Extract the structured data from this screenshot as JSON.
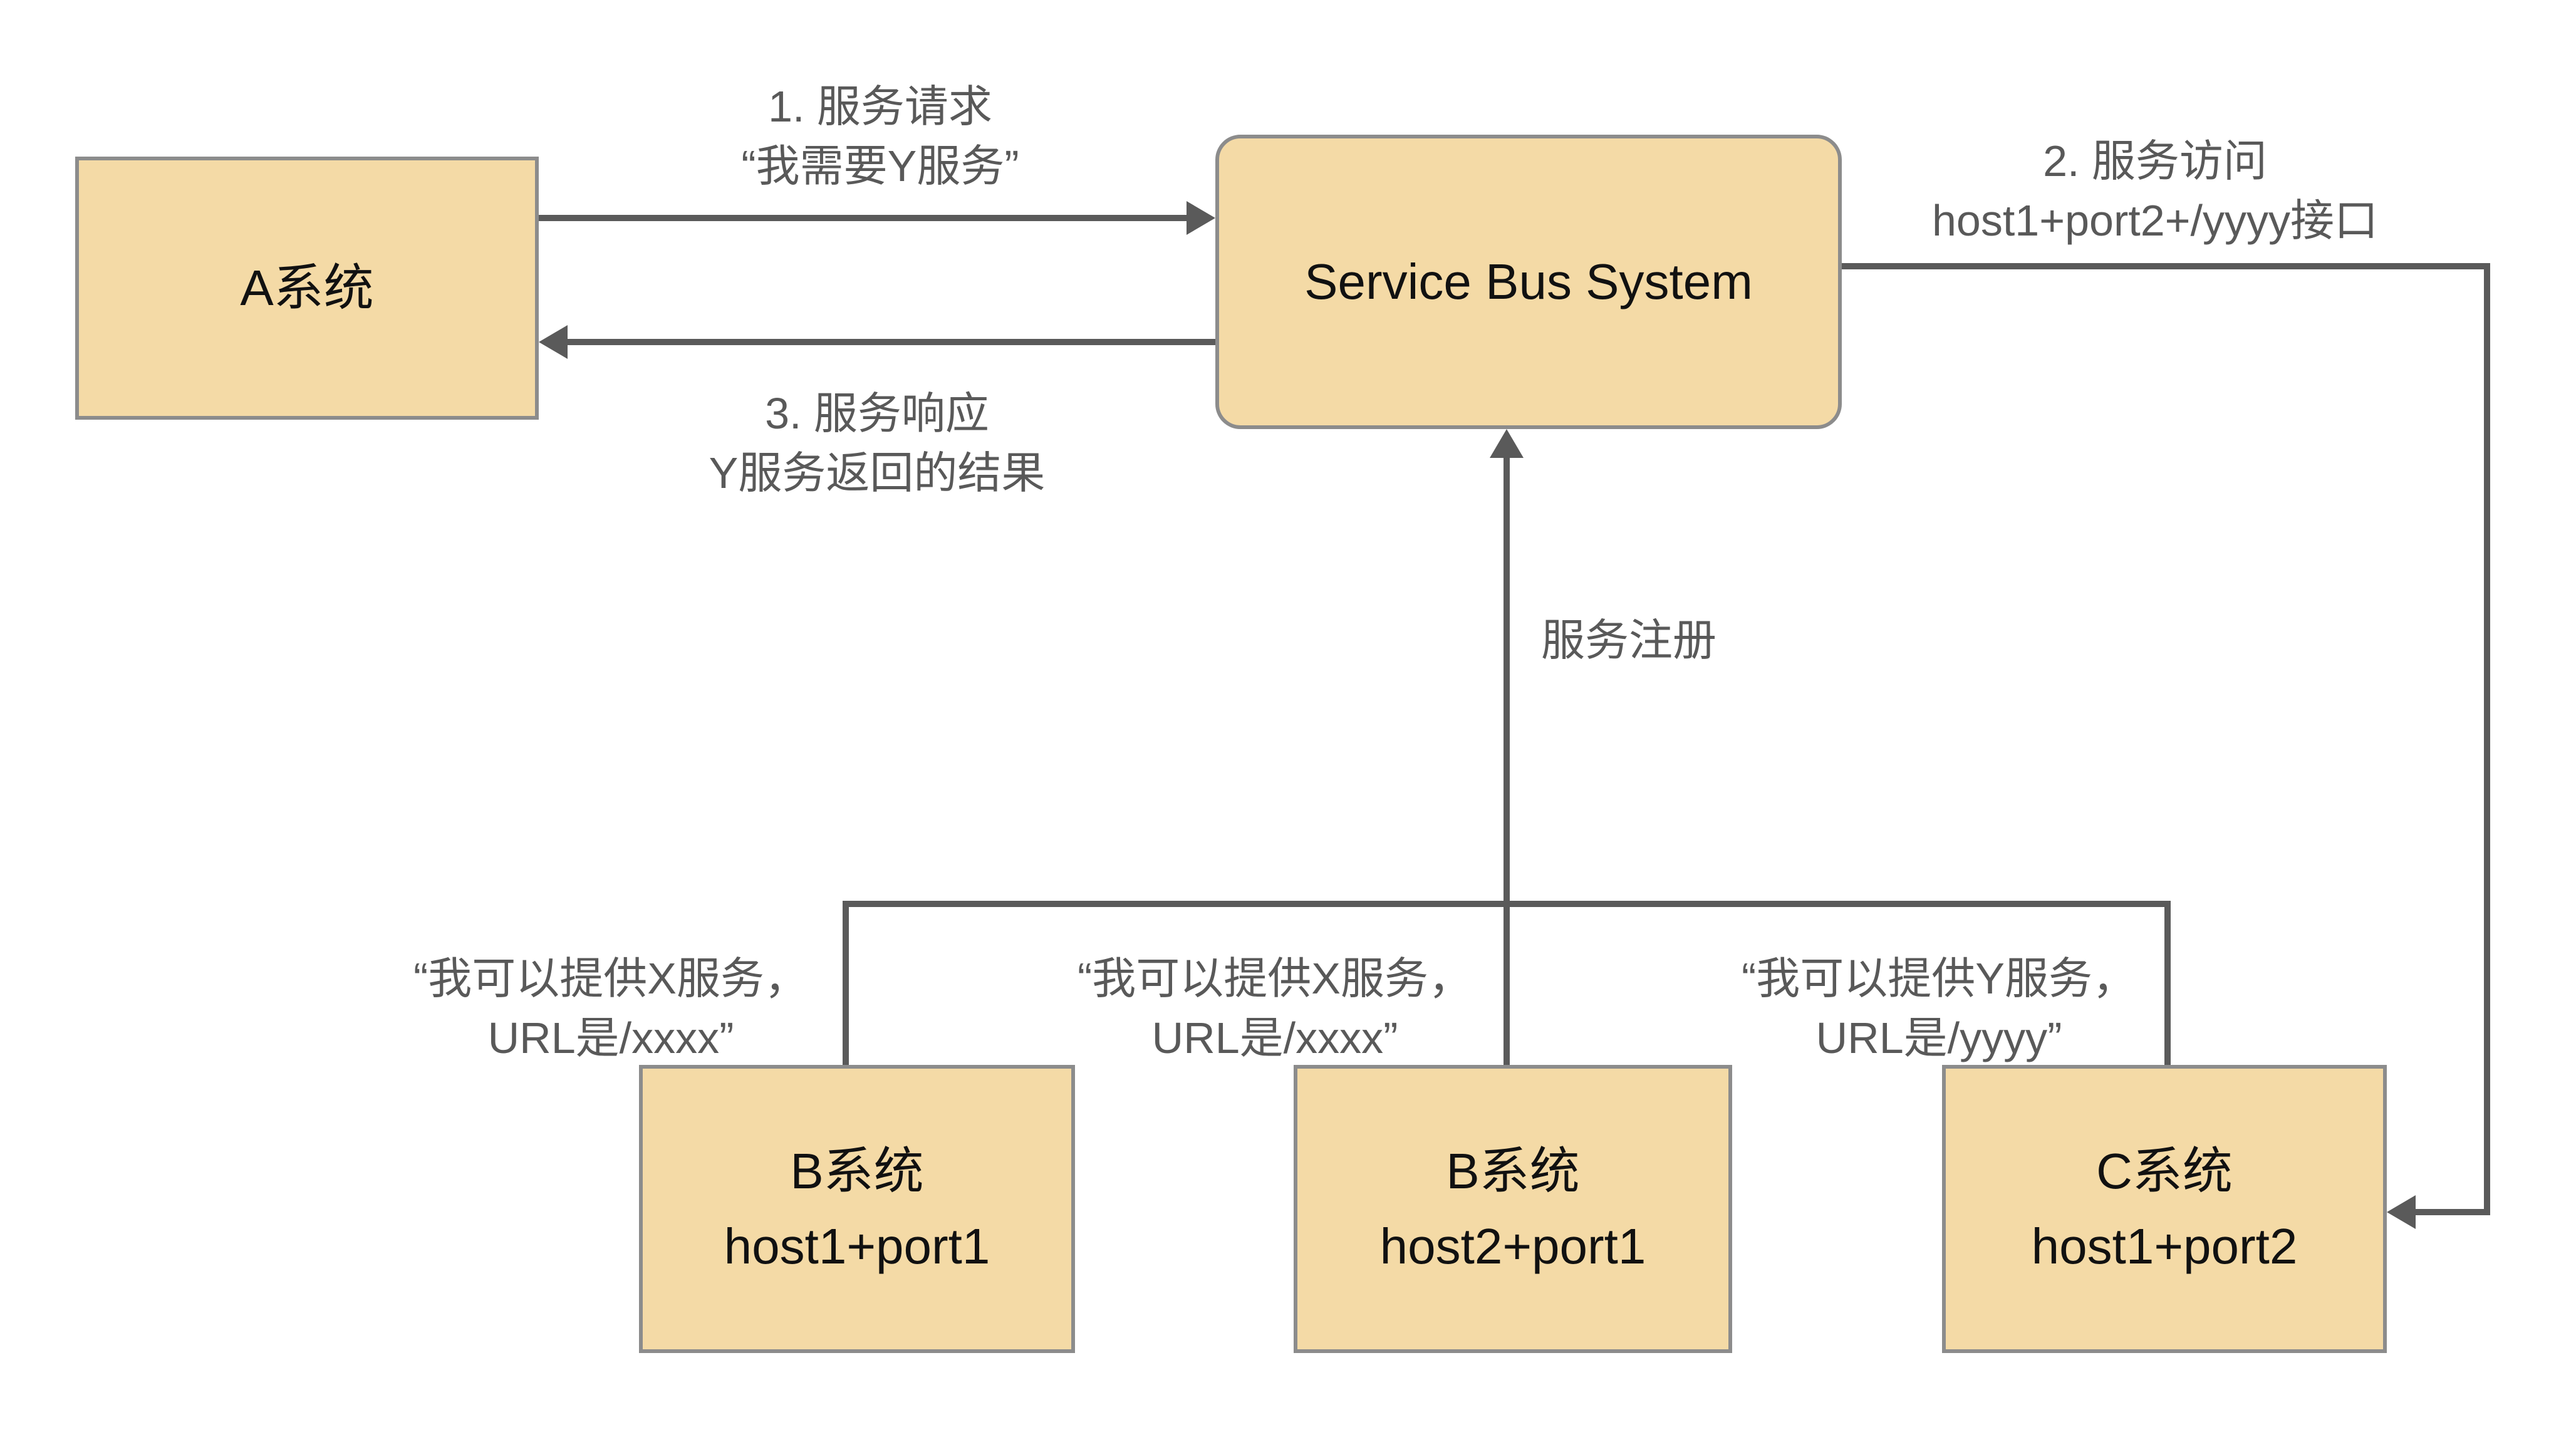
{
  "colors": {
    "background": "#FFFFFF",
    "box_fill": "#F4DAA6",
    "box_border": "#8C8C8C",
    "line": "#5A5A5A",
    "note_text": "#595959",
    "box_text": "#111111"
  },
  "boxes": {
    "a_system": {
      "label": "A系统"
    },
    "service_bus": {
      "label": "Service Bus System"
    },
    "b_system_1": {
      "name": "B系统",
      "address": "host1+port1"
    },
    "b_system_2": {
      "name": "B系统",
      "address": "host2+port1"
    },
    "c_system": {
      "name": "C系统",
      "address": "host1+port2"
    }
  },
  "annotations": {
    "service_request": {
      "line1": "1. 服务请求",
      "line2": "“我需要Y服务”"
    },
    "service_access": {
      "line1": "2. 服务访问",
      "line2": "host1+port2+/yyyy接口"
    },
    "service_response": {
      "line1": "3. 服务响应",
      "line2": "Y服务返回的结果"
    },
    "service_register": {
      "label": "服务注册"
    },
    "offer_b1": {
      "line1": "“我可以提供X服务，",
      "line2": "URL是/xxxx”"
    },
    "offer_b2": {
      "line1": "“我可以提供X服务，",
      "line2": "URL是/xxxx”"
    },
    "offer_c": {
      "line1": "“我可以提供Y服务，",
      "line2": "URL是/yyyy”"
    }
  }
}
